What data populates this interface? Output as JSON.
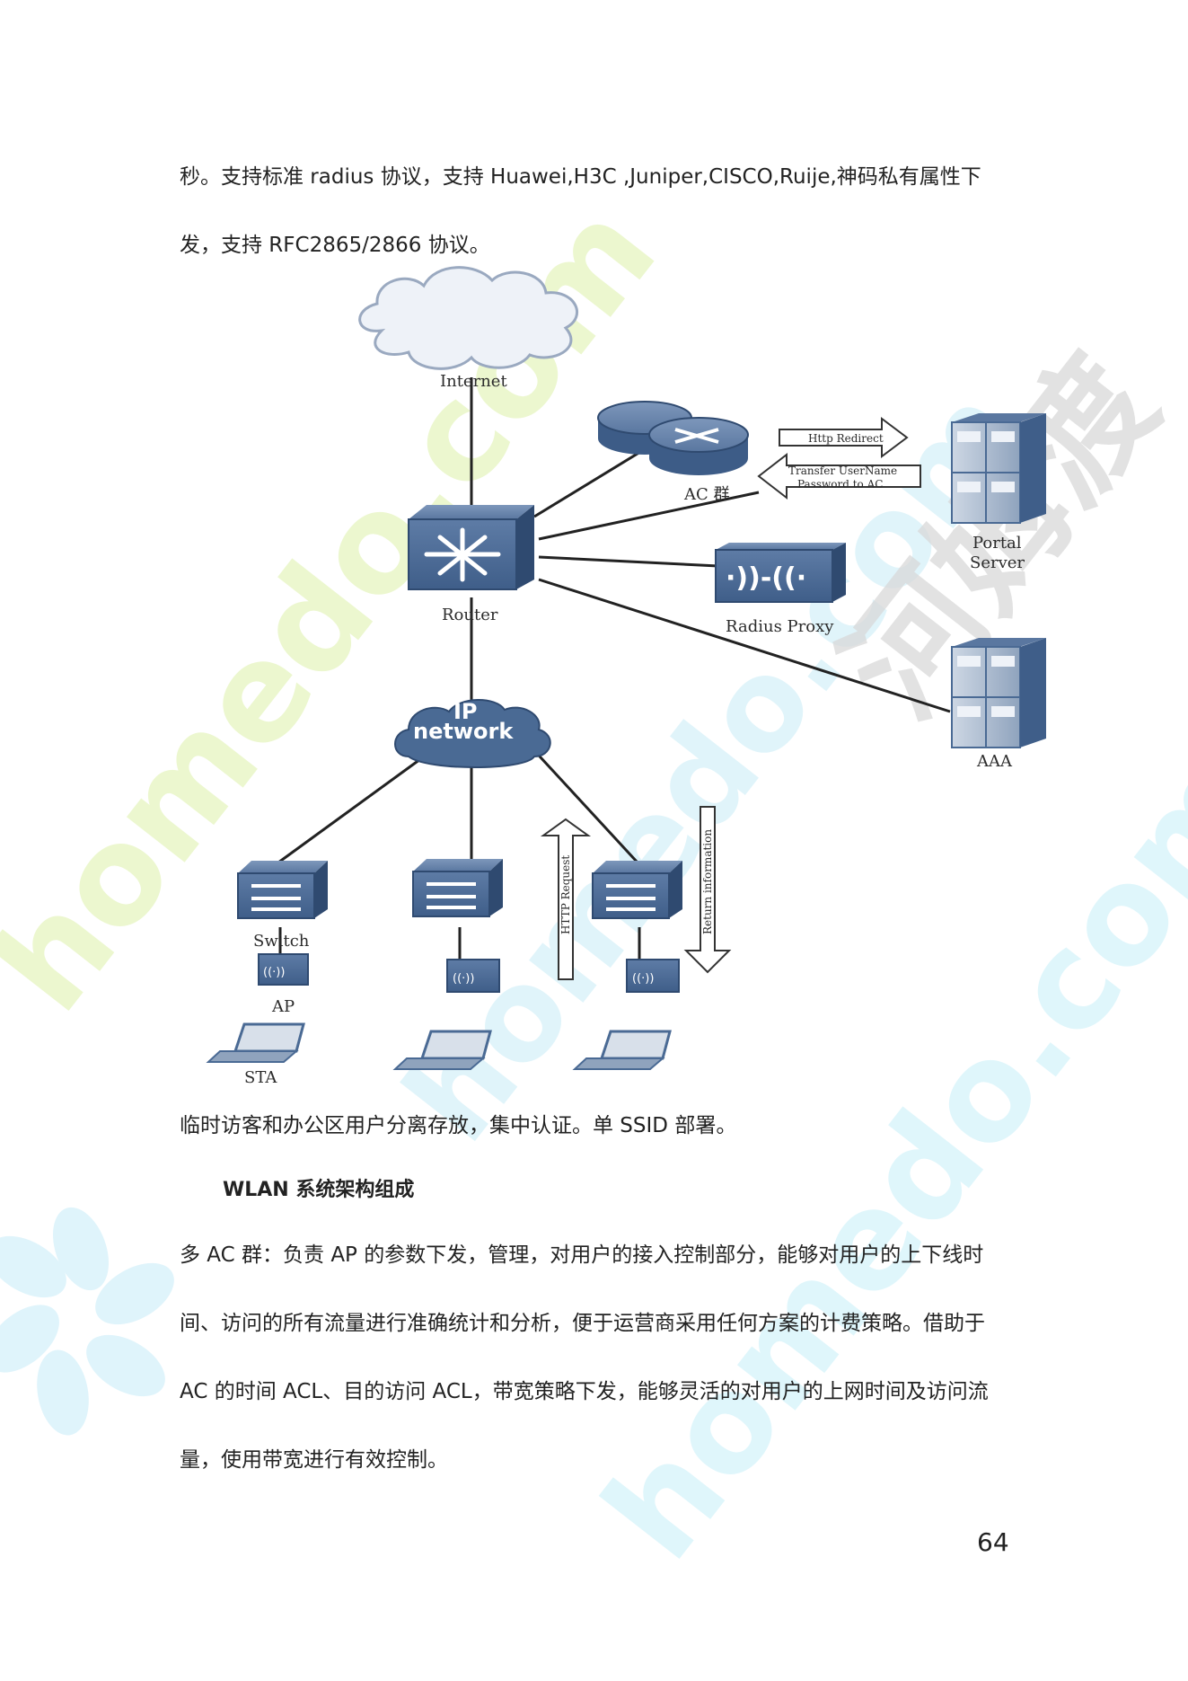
{
  "text": {
    "para1_line1": "秒。支持标准 radius 协议，支持 Huawei,H3C ,Juniper,CISCO,Ruije,神码私有属性下",
    "para1_line2": "发，支持 RFC2865/2866  协议。",
    "caption": "临时访客和办公区用户分离存放，集中认证。单  SSID 部署。",
    "heading": "WLAN 系统架构组成",
    "para2_line1": "多 AC 群：负责 AP 的参数下发，管理，对用户的接入控制部分，能够对用户的上下线时",
    "para2_line2": "间、访问的所有流量进行准确统计和分析，便于运营商采用任何方案的计费策略。借助于",
    "para2_line3": "AC 的时间 ACL、目的访问 ACL，带宽策略下发，能够灵活的对用户的上网时间及访问流",
    "para2_line4": "量，使用带宽进行有效控制。",
    "page_number": "64"
  },
  "diagram": {
    "internet": "Internet",
    "ac_group": "AC 群",
    "http_redirect": "Http Redirect",
    "transfer_line1": "Transfer UserName",
    "transfer_line2": "Password to AC",
    "portal_line1": "Portal",
    "portal_line2": "Server",
    "router": "Router",
    "radius_proxy": "Radius Proxy",
    "aaa": "AAA",
    "ip_line1": "IP",
    "ip_line2": "network",
    "switch": "Switch",
    "ap": "AP",
    "sta": "STA",
    "http_request": "HTTP Request",
    "return_information": "Return information"
  },
  "watermark": {
    "text1": "homedo.com",
    "text2": "河姆渡"
  },
  "colors": {
    "device_blue": "#4a6a94",
    "device_dark": "#34507a",
    "watermark_green": "#e9f6c8",
    "watermark_cyan": "#d6f3fb",
    "watermark_gray": "#d9d9d9"
  }
}
